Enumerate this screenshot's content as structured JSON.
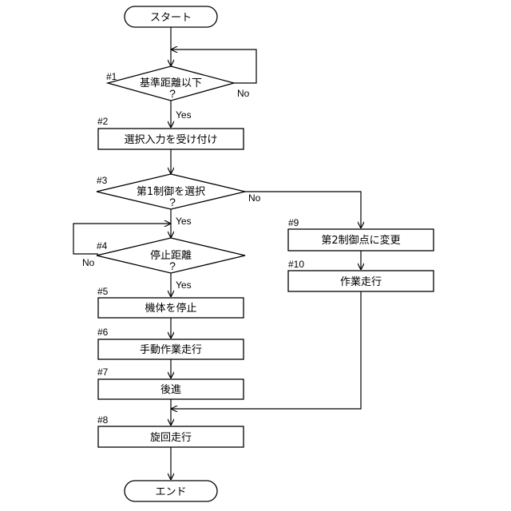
{
  "start": "スタート",
  "end": "エンド",
  "question_mark": "?",
  "branch": {
    "yes": "Yes",
    "no": "No"
  },
  "steps": {
    "s1": {
      "id": "#1",
      "text": "基準距離以下"
    },
    "s2": {
      "id": "#2",
      "text": "選択入力を受け付け"
    },
    "s3": {
      "id": "#3",
      "text": "第1制御を選択"
    },
    "s4": {
      "id": "#4",
      "text": "停止距離"
    },
    "s5": {
      "id": "#5",
      "text": "機体を停止"
    },
    "s6": {
      "id": "#6",
      "text": "手動作業走行"
    },
    "s7": {
      "id": "#7",
      "text": "後進"
    },
    "s8": {
      "id": "#8",
      "text": "旋回走行"
    },
    "s9": {
      "id": "#9",
      "text": "第2制御点に変更"
    },
    "s10": {
      "id": "#10",
      "text": "作業走行"
    }
  }
}
